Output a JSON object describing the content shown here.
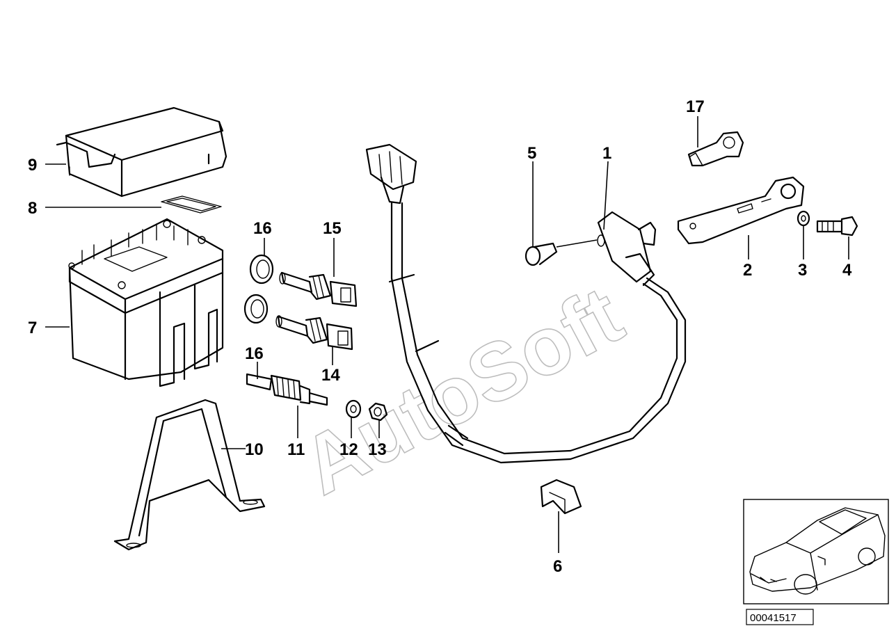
{
  "diagram": {
    "callouts": {
      "c1": "1",
      "c2": "2",
      "c3": "3",
      "c4": "4",
      "c5": "5",
      "c6": "6",
      "c7": "7",
      "c8": "8",
      "c9": "9",
      "c10": "10",
      "c11": "11",
      "c12": "12",
      "c13": "13",
      "c14": "14",
      "c15": "15",
      "c16a": "16",
      "c16b": "16",
      "c17": "17"
    },
    "watermark": "AutoSoft",
    "diagram_code": "00041517"
  }
}
